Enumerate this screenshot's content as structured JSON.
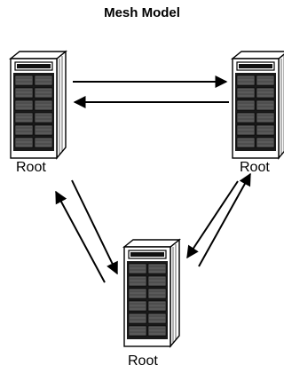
{
  "diagram": {
    "title": "Mesh Model",
    "nodes": [
      {
        "id": "left",
        "label": "Root"
      },
      {
        "id": "right",
        "label": "Root"
      },
      {
        "id": "bottom",
        "label": "Root"
      }
    ],
    "links": [
      {
        "from": "left",
        "to": "right",
        "bidirectional": true
      },
      {
        "from": "left",
        "to": "bottom",
        "bidirectional": true
      },
      {
        "from": "right",
        "to": "bottom",
        "bidirectional": true
      }
    ],
    "icon": "server-rack-icon"
  }
}
